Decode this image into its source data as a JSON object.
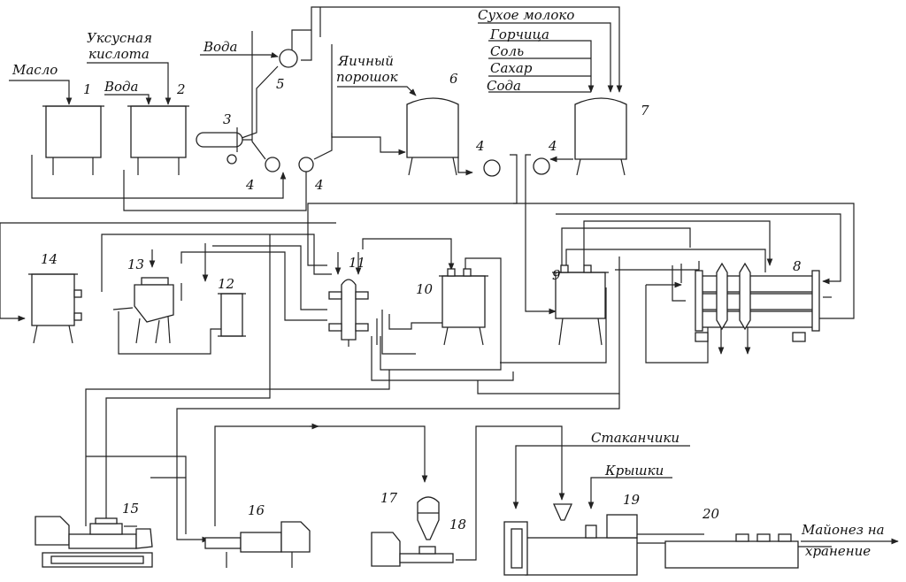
{
  "labels": {
    "oil": "Масло",
    "acetic_acid_1": "Уксусная",
    "acetic_acid_2": "кислота",
    "water_1": "Вода",
    "water_2": "Вода",
    "egg_powder_1": "Яичный",
    "egg_powder_2": "порошок",
    "dry_milk": "Сухое молоко",
    "mustard": "Горчица",
    "salt": "Соль",
    "sugar": "Сахар",
    "soda": "Сода",
    "cups": "Стаканчики",
    "lids": "Крышки",
    "output_1": "Майонез на",
    "output_2": "хранение"
  },
  "numbers": {
    "n1": "1",
    "n2": "2",
    "n3": "3",
    "n4a": "4",
    "n4b": "4",
    "n4c": "4",
    "n4d": "4",
    "n5": "5",
    "n6": "6",
    "n7": "7",
    "n8": "8",
    "n9": "9",
    "n10": "10",
    "n11": "11",
    "n12": "12",
    "n13": "13",
    "n14": "14",
    "n15": "15",
    "n16": "16",
    "n17": "17",
    "n18": "18",
    "n19": "19",
    "n20": "20"
  }
}
